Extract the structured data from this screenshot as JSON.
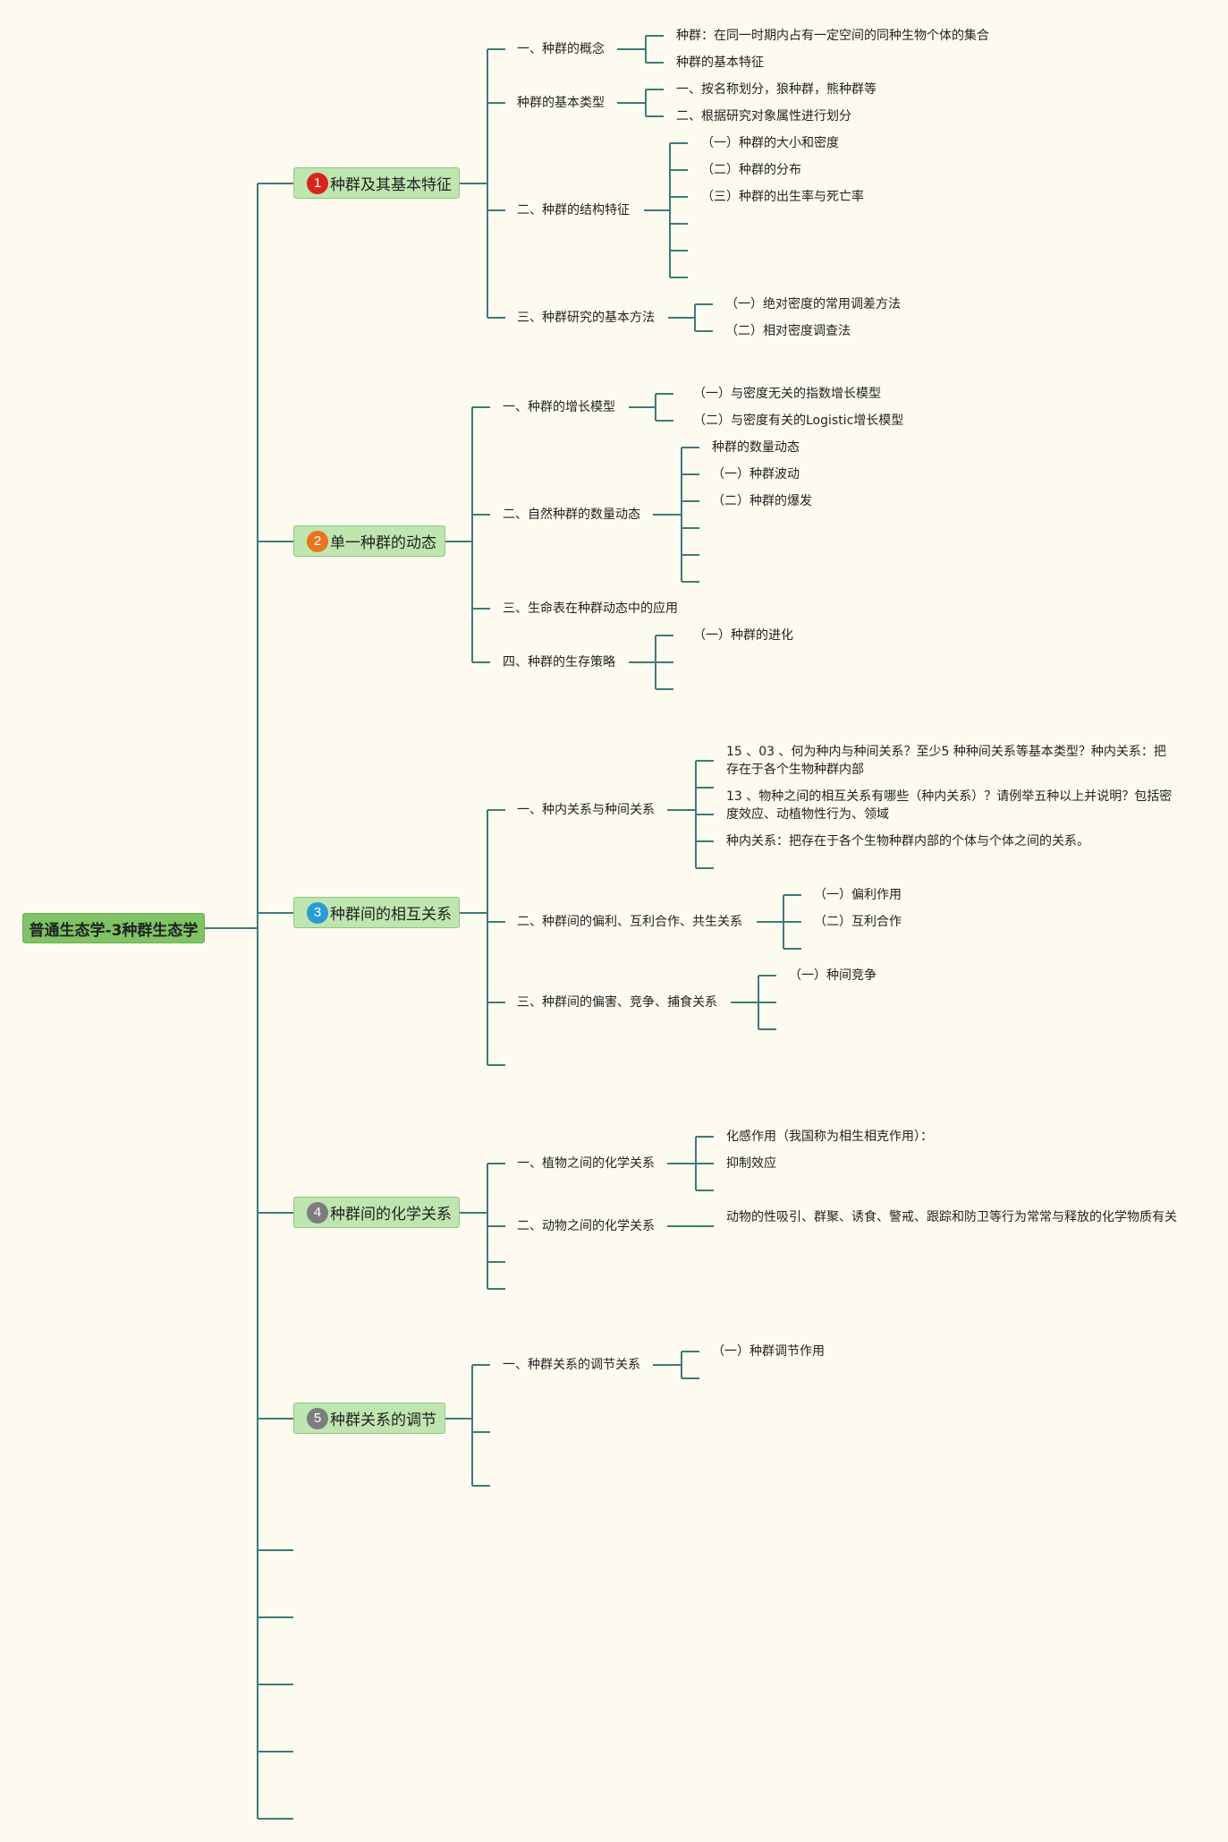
{
  "root": "普通生态学-3种群生态学",
  "sections": [
    {
      "num": "1",
      "label": "种群及其基本特征",
      "children": [
        {
          "label": "一、种群的概念",
          "items": [
            "种群：在同一时期内占有一定空间的同种生物个体的集合",
            "种群的基本特征"
          ]
        },
        {
          "label": "种群的基本类型",
          "items": [
            "一、按名称划分，狼种群，熊种群等",
            "二、根据研究对象属性进行划分"
          ]
        },
        {
          "label": "二、种群的结构特征",
          "items": [
            "（一）种群的大小和密度",
            "（二）种群的分布",
            "（三）种群的出生率与死亡率"
          ]
        },
        {
          "label": "三、种群研究的基本方法",
          "items": [
            "（一）绝对密度的常用调差方法",
            "（二）相对密度调查法"
          ]
        }
      ]
    },
    {
      "num": "2",
      "label": "单一种群的动态",
      "children": [
        {
          "label": "一、种群的增长模型",
          "items": [
            "（一）与密度无关的指数增长模型",
            "（二）与密度有关的Logistic增长模型"
          ]
        },
        {
          "label": "二、自然种群的数量动态",
          "items": [
            "种群的数量动态",
            "（一）种群波动",
            "（二）种群的爆发"
          ]
        },
        {
          "label": "三、生命表在种群动态中的应用",
          "items": []
        },
        {
          "label": "四、种群的生存策略",
          "items": [
            "（一）种群的进化"
          ]
        }
      ]
    },
    {
      "num": "3",
      "label": "种群间的相互关系",
      "children": [
        {
          "label": "一、种内关系与种间关系",
          "items": [
            "15 、03 、何为种内与种间关系？至少5 种种间关系等基本类型？种内关系：把存在于各个生物种群内部",
            "13 、物种之间的相互关系有哪些（种内关系）？请例举五种以上并说明？包括密度效应、动植物性行为、领域",
            "种内关系：把存在于各个生物种群内部的个体与个体之间的关系。"
          ]
        },
        {
          "label": "二、种群间的偏利、互利合作、共生关系",
          "items": [
            "（一）偏利作用",
            "（二）互利合作"
          ]
        },
        {
          "label": "三、种群间的偏害、竞争、捕食关系",
          "items": [
            "（一）种间竞争"
          ]
        }
      ]
    },
    {
      "num": "4",
      "label": "种群间的化学关系",
      "children": [
        {
          "label": "一、植物之间的化学关系",
          "items": [
            "化感作用（我国称为相生相克作用）：",
            "抑制效应"
          ]
        },
        {
          "label": "二、动物之间的化学关系",
          "items": [
            "动物的性吸引、群聚、诱食、警戒、跟踪和防卫等行为常常与释放的化学物质有关"
          ]
        }
      ]
    },
    {
      "num": "5",
      "label": "种群关系的调节",
      "children": [
        {
          "label": "一、种群关系的调节关系",
          "items": [
            "（一）种群调节作用"
          ]
        }
      ]
    }
  ],
  "colors": {
    "line": "#3f7a78",
    "topic": "#bfe6b0",
    "root": "#7ec464",
    "background": "#fdfbf0"
  }
}
